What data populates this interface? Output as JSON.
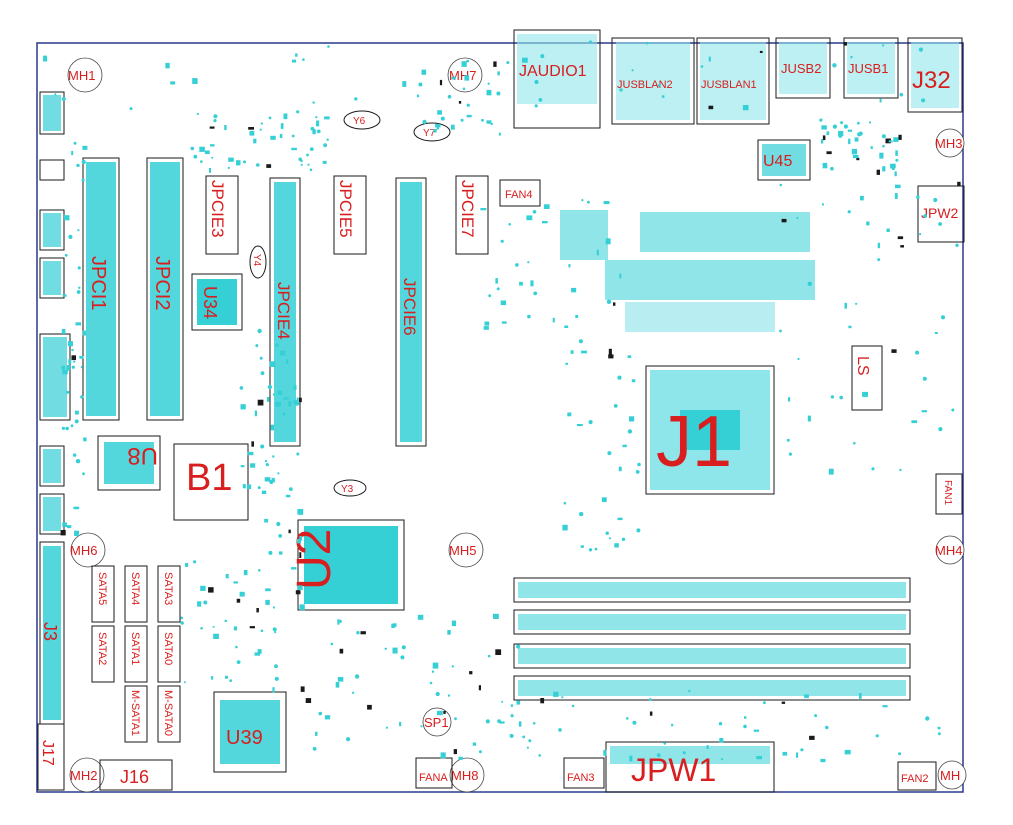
{
  "colors": {
    "background": "#ffffff",
    "outline": "#2a3a8c",
    "copper": "#35cfd6",
    "copper_light": "#8fe6ea",
    "silk": "#1a1a1a",
    "ref_text": "#d81e1e"
  },
  "mounting_holes": [
    "MH1",
    "MH2",
    "MH3",
    "MH4",
    "MH5",
    "MH6",
    "MH7",
    "MH8",
    "MH"
  ],
  "labels": {
    "jaudio1": "JAUDIO1",
    "jusblan2": "JUSBLAN2",
    "jusblan1": "JUSBLAN1",
    "jusb2": "JUSB2",
    "jusb1": "JUSB1",
    "j32": "J32",
    "u45": "U45",
    "jpw2": "JPW2",
    "jpci1": "JPCI1",
    "jpci2": "JPCI2",
    "jpcie3": "JPCIE3",
    "jpcie4": "JPCIE4",
    "jpcie5": "JPCIE5",
    "jpcie6": "JPCIE6",
    "jpcie7": "JPCIE7",
    "u34": "U34",
    "u8": "U8",
    "b1": "B1",
    "u2": "U2",
    "j1": "J1",
    "j3": "J3",
    "j16": "J16",
    "j17": "J17",
    "u39": "U39",
    "sp1": "SP1",
    "jpw1": "JPW1",
    "fan1": "FAN1",
    "fan2": "FAN2",
    "fan3": "FAN3",
    "fan4": "FAN4",
    "fana": "FANA",
    "ls": "LS",
    "y3": "Y3",
    "y4": "Y4",
    "y6": "Y6",
    "y7": "Y7"
  },
  "sata_ports": [
    "SATA5",
    "SATA4",
    "SATA3",
    "SATA2",
    "SATA1",
    "SATA0",
    "M-SATA1",
    "M-SATA0"
  ]
}
